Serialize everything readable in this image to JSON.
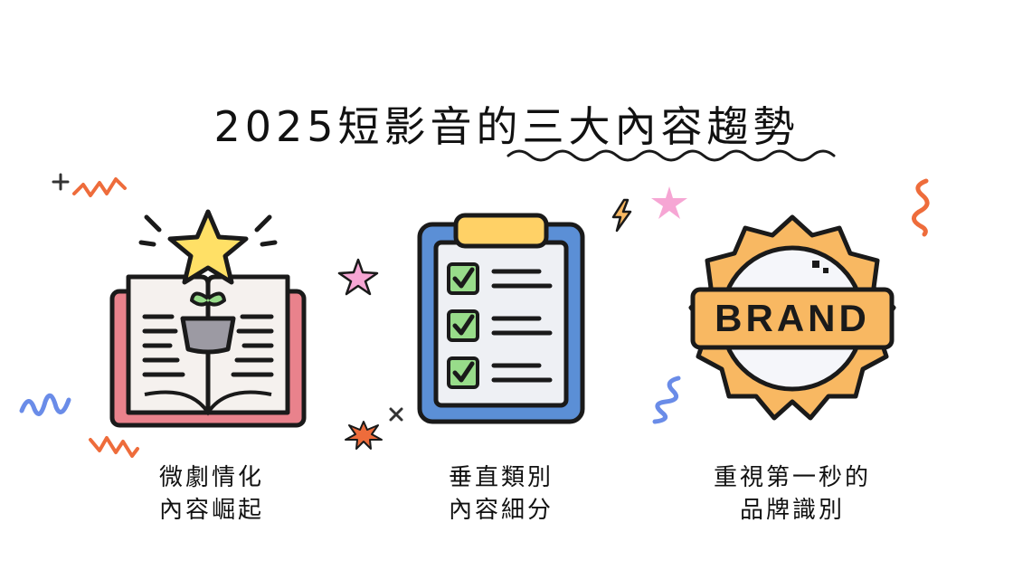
{
  "title": "2025短影音的三大內容趨勢",
  "items": [
    {
      "icon": "book-star-icon",
      "line1": "微劇情化",
      "line2": "內容崛起"
    },
    {
      "icon": "checklist-clipboard-icon",
      "line1": "垂直類別",
      "line2": "內容細分"
    },
    {
      "icon": "brand-badge-icon",
      "line1": "重視第一秒的",
      "line2": "品牌識別",
      "badge_text": "BRAND"
    }
  ],
  "colors": {
    "outline": "#1a1a1a",
    "star": "#ffe066",
    "book_cover": "#e9828c",
    "clipboard_blue": "#5b8fd6",
    "clipboard_clip": "#ffd166",
    "check_green": "#98dc8a",
    "badge_orange": "#f8b862",
    "squiggle_blue": "#6a8ce8",
    "zigzag_orange": "#ee6c3b",
    "star_pink": "#f6a6d4"
  }
}
